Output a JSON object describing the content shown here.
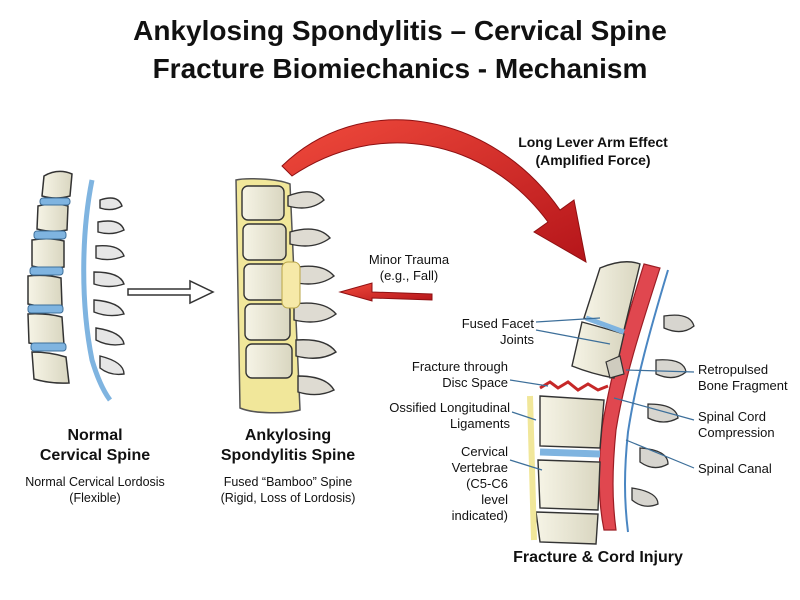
{
  "title": {
    "line1": "Ankylosing Spondylitis – Cervical Spine",
    "line2": "Fracture Biomiechanics - Mechanism"
  },
  "panels": {
    "normal": {
      "heading_line1": "Normal",
      "heading_line2": "Cervical Spine",
      "sub_line1": "Normal Cervical Lordosis",
      "sub_line2": "(Flexible)"
    },
    "as": {
      "heading_line1": "Ankylosing",
      "heading_line2": "Spondylitis Spine",
      "sub_line1": "Fused “Bamboo” Spine",
      "sub_line2": "(Rigid, Loss of Lordosis)"
    },
    "fracture": {
      "heading": "Fracture & Cord Injury"
    }
  },
  "annotations": {
    "lever_line1": "Long Lever Arm Effect",
    "lever_line2": "(Amplified Force)",
    "trauma_line1": "Minor Trauma",
    "trauma_line2": "(e.g., Fall)",
    "facet_line1": "Fused Facet",
    "facet_line2": "Joints",
    "disc_line1": "Fracture through",
    "disc_line2": "Disc Space",
    "ligament_line1": "Ossified Longitudinal",
    "ligament_line2": "Ligaments",
    "vert_line1": "Cervical",
    "vert_line2": "Vertebrae",
    "vert_line3": "(C5-C6",
    "vert_line4": "level",
    "vert_line5": "indicated)",
    "retro_line1": "Retropulsed",
    "retro_line2": "Bone Fragment",
    "cord_line1": "Spinal Cord",
    "cord_line2": "Compression",
    "canal": "Spinal Canal"
  },
  "colors": {
    "bone": "#eeebd4",
    "disc_blue": "#7fb4e0",
    "fused_yellow": "#f1e79a",
    "arrow_red": "#d8201f",
    "cord_red": "#e0474f"
  }
}
